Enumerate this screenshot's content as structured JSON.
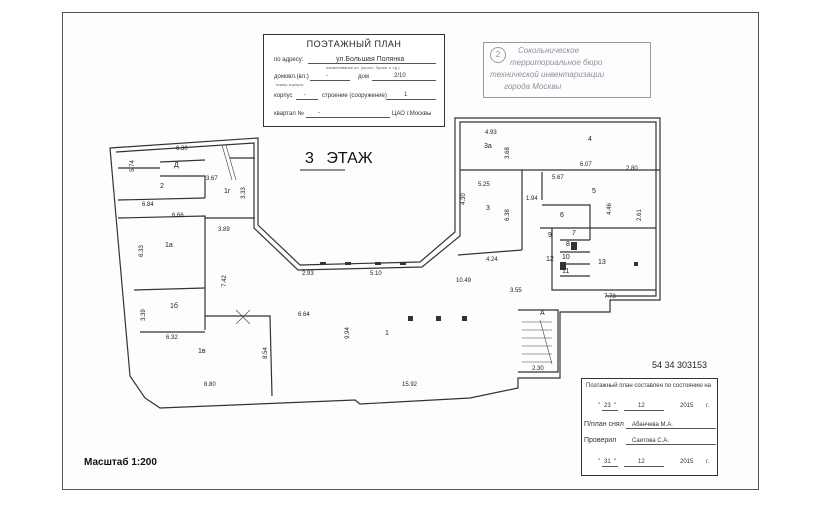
{
  "header": {
    "title": "ПОЭТАЖНЫЙ ПЛАН",
    "address_label": "по адресу:",
    "address_value": "ул.Большая Полянка",
    "address_hint": "наименование ул. (просп., бульв. и т.д.)",
    "house_label": "домовл.(вл.)",
    "house_value": "-",
    "dom_label": "дом",
    "dom_value": "2/10",
    "korpus_label": "корпус",
    "korpus_value": "-",
    "stroenie_label": "строение (сооружение)",
    "stroenie_value": "1",
    "kvartal_label": "квартал №",
    "kvartal_value": "-",
    "district": "ЦАО г.Москвы",
    "small_hint": "номер корпуса"
  },
  "seal": {
    "number": "2",
    "line1": "Сокольническое",
    "line2": "территориальное бюро",
    "line3": "технической инвентаризации",
    "line4": "города Москвы"
  },
  "floor": {
    "number": "3",
    "label": "ЭТАЖ"
  },
  "rooms": {
    "r1": "1",
    "r1a": "1а",
    "r1b": "1б",
    "r1v": "1в",
    "r1g": "1г",
    "r2": "2",
    "rD": "Д",
    "r3": "3",
    "r3a": "3а",
    "r4": "4",
    "r5": "5",
    "r6": "6",
    "r7": "7",
    "r8": "8",
    "r9": "9",
    "r10": "10",
    "r11": "11",
    "r12": "12",
    "r13": "13",
    "rA": "А"
  },
  "dims": {
    "d630": "6.30",
    "d574": "5.74",
    "d367": "3.67",
    "d333": "3.33",
    "d684": "6.84",
    "d666": "6.66",
    "d389": "3.89",
    "d633": "6.33",
    "d742": "7.42",
    "d339": "3.39",
    "d632": "6.32",
    "d880": "8.80",
    "d854": "8.54",
    "d293": "2.93",
    "d510": "5.10",
    "d664": "6.64",
    "d994": "9.94",
    "d1592": "15.92",
    "d1049": "10.49",
    "d424": "4.24",
    "d355": "3.55",
    "d493": "4.93",
    "d368": "3.68",
    "d525": "5.25",
    "d430": "4.30",
    "d638": "6.38",
    "d607": "6.07",
    "d280": "2.80",
    "d567": "5.67",
    "d194": "1.94",
    "d446": "4.46",
    "d261": "2.61",
    "d773": "7.73",
    "d230": "2.30"
  },
  "code": "54 34 303153",
  "scale": "Масштаб 1:200",
  "certificate": {
    "title": "Поэтажный план составлен по состоянию на",
    "date1_day": "23",
    "date1_month": "12",
    "date1_year": "2015",
    "year_suffix": "г.",
    "removed_label": "П/план снял",
    "removed_name": "Абанчева М.А.",
    "checked_label": "Проверил",
    "checked_name": "Саитова С.А.",
    "date2_day": "31",
    "date2_month": "12",
    "date2_year": "2015"
  }
}
